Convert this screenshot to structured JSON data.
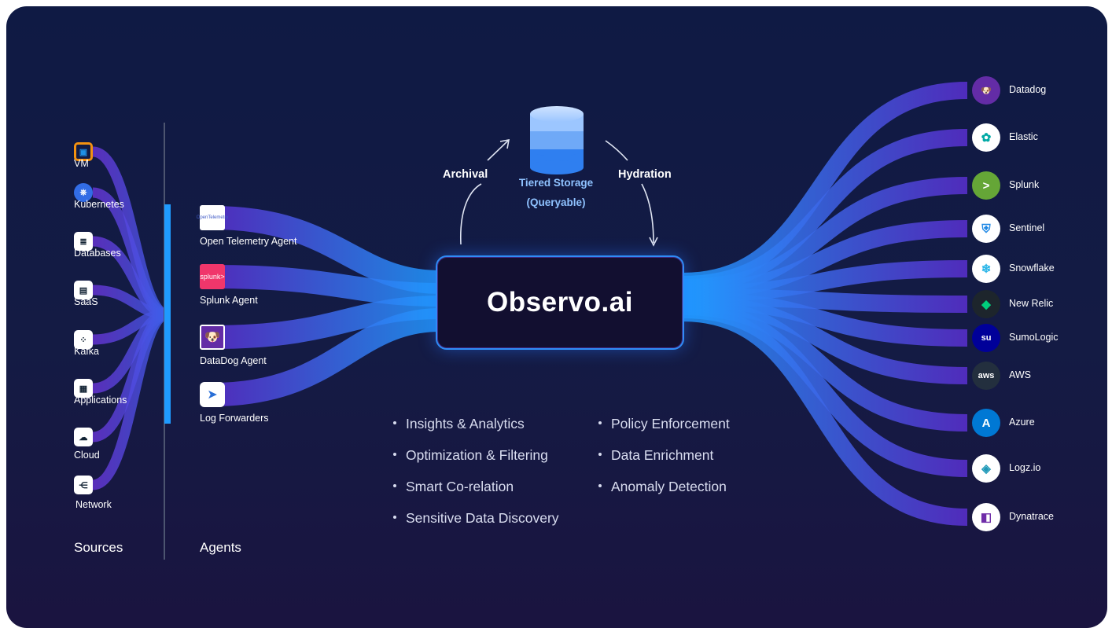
{
  "hub": {
    "title": "Observo.ai"
  },
  "sections": {
    "sources": "Sources",
    "agents": "Agents"
  },
  "sources": [
    {
      "label": "VM",
      "icon": "vm-icon"
    },
    {
      "label": "Kubernetes",
      "icon": "kubernetes-icon"
    },
    {
      "label": "Databases",
      "icon": "database-icon"
    },
    {
      "label": "SaaS",
      "icon": "saas-icon"
    },
    {
      "label": "Kafka",
      "icon": "kafka-icon"
    },
    {
      "label": "Applications",
      "icon": "applications-icon"
    },
    {
      "label": "Cloud",
      "icon": "cloud-icon"
    },
    {
      "label": "Network",
      "icon": "network-icon"
    }
  ],
  "agents": [
    {
      "label": "Open Telemetry Agent",
      "icon": "opentelemetry-icon",
      "icon_text": "OpenTelemetry",
      "color": "#ffffff"
    },
    {
      "label": "Splunk Agent",
      "icon": "splunk-agent-icon",
      "icon_text": "splunk>",
      "color": "#f0366b"
    },
    {
      "label": "DataDog Agent",
      "icon": "datadog-agent-icon",
      "icon_text": "🐶",
      "color": "#632ca6"
    },
    {
      "label": "Log Forwarders",
      "icon": "log-forwarder-icon",
      "icon_text": "➤",
      "color": "#ffffff"
    }
  ],
  "storage": {
    "line1": "Tiered Storage",
    "line2": "(Queryable)",
    "archival": "Archival",
    "hydration": "Hydration"
  },
  "features_left": [
    "Insights & Analytics",
    "Optimization & Filtering",
    "Smart Co-relation",
    "Sensitive Data Discovery"
  ],
  "features_right": [
    "Policy Enforcement",
    "Data Enrichment",
    "Anomaly Detection"
  ],
  "destinations": [
    {
      "label": "Datadog",
      "icon": "datadog-icon",
      "glyph": "🐶",
      "bg": "#632ca6",
      "fg": "#ffffff"
    },
    {
      "label": "Elastic",
      "icon": "elastic-icon",
      "glyph": "✿",
      "bg": "#ffffff",
      "fg": "#00a9a5"
    },
    {
      "label": "Splunk",
      "icon": "splunk-icon",
      "glyph": ">",
      "bg": "#65a637",
      "fg": "#ffffff"
    },
    {
      "label": "Sentinel",
      "icon": "sentinel-icon",
      "glyph": "⛨",
      "bg": "#ffffff",
      "fg": "#1e88e5"
    },
    {
      "label": "Snowflake",
      "icon": "snowflake-icon",
      "glyph": "❄",
      "bg": "#ffffff",
      "fg": "#29b5e8"
    },
    {
      "label": "New Relic",
      "icon": "newrelic-icon",
      "glyph": "◆",
      "bg": "#1d252c",
      "fg": "#00ce7c"
    },
    {
      "label": "SumoLogic",
      "icon": "sumologic-icon",
      "glyph": "su",
      "bg": "#000099",
      "fg": "#ffffff"
    },
    {
      "label": "AWS",
      "icon": "aws-icon",
      "glyph": "aws",
      "bg": "#232f3e",
      "fg": "#ffffff"
    },
    {
      "label": "Azure",
      "icon": "azure-icon",
      "glyph": "A",
      "bg": "#0078d4",
      "fg": "#ffffff"
    },
    {
      "label": "Logz.io",
      "icon": "logzio-icon",
      "glyph": "◈",
      "bg": "#ffffff",
      "fg": "#1f99b8"
    },
    {
      "label": "Dynatrace",
      "icon": "dynatrace-icon",
      "glyph": "◧",
      "bg": "#ffffff",
      "fg": "#6f2da8"
    }
  ],
  "colors": {
    "flow_start": "#5a2fd0",
    "flow_end": "#1f9bff",
    "accent": "#1f9bff"
  }
}
